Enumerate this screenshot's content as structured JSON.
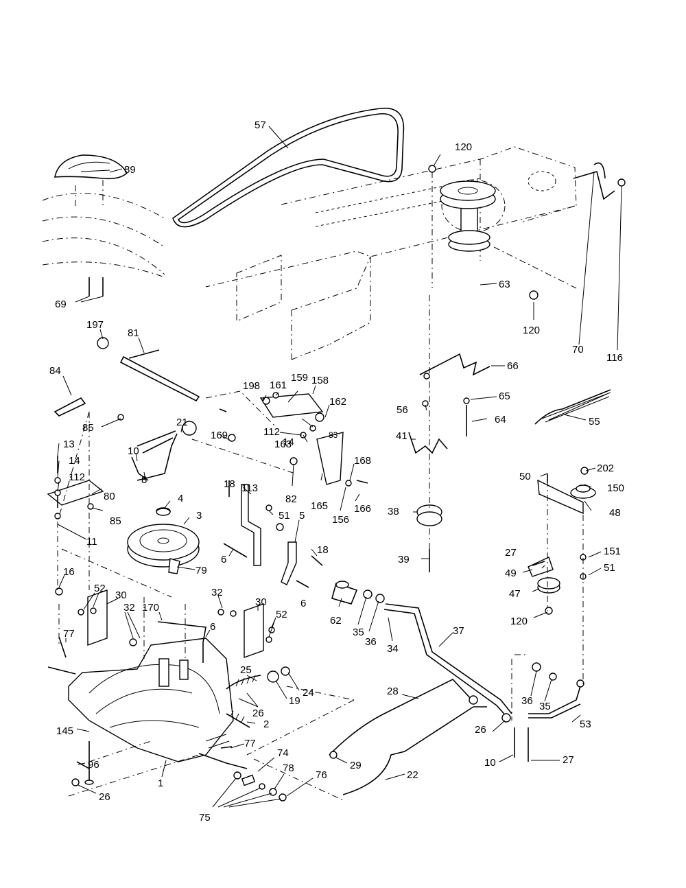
{
  "callouts": [
    {
      "id": "57",
      "text": "57"
    },
    {
      "id": "120a",
      "text": "120"
    },
    {
      "id": "89",
      "text": "89"
    },
    {
      "id": "69",
      "text": "69"
    },
    {
      "id": "63",
      "text": "63"
    },
    {
      "id": "120b",
      "text": "120"
    },
    {
      "id": "70",
      "text": "70"
    },
    {
      "id": "116",
      "text": "116"
    },
    {
      "id": "197",
      "text": "197"
    },
    {
      "id": "81",
      "text": "81"
    },
    {
      "id": "66",
      "text": "66"
    },
    {
      "id": "84",
      "text": "84"
    },
    {
      "id": "198",
      "text": "198"
    },
    {
      "id": "161",
      "text": "161"
    },
    {
      "id": "159",
      "text": "159"
    },
    {
      "id": "158",
      "text": "158"
    },
    {
      "id": "56",
      "text": "56"
    },
    {
      "id": "65",
      "text": "65"
    },
    {
      "id": "85a",
      "text": "85"
    },
    {
      "id": "21",
      "text": "21"
    },
    {
      "id": "169",
      "text": "169"
    },
    {
      "id": "162",
      "text": "162"
    },
    {
      "id": "112a",
      "text": "112"
    },
    {
      "id": "14a",
      "text": "14"
    },
    {
      "id": "64",
      "text": "64"
    },
    {
      "id": "55",
      "text": "55"
    },
    {
      "id": "83",
      "text": "83"
    },
    {
      "id": "41",
      "text": "41"
    },
    {
      "id": "163",
      "text": "163"
    },
    {
      "id": "13",
      "text": "13"
    },
    {
      "id": "10a",
      "text": "10"
    },
    {
      "id": "168",
      "text": "168"
    },
    {
      "id": "14b",
      "text": "14"
    },
    {
      "id": "8",
      "text": "8"
    },
    {
      "id": "112b",
      "text": "112"
    },
    {
      "id": "80",
      "text": "80"
    },
    {
      "id": "18a",
      "text": "18"
    },
    {
      "id": "113",
      "text": "113"
    },
    {
      "id": "82",
      "text": "82"
    },
    {
      "id": "4",
      "text": "4"
    },
    {
      "id": "165",
      "text": "165"
    },
    {
      "id": "166",
      "text": "166"
    },
    {
      "id": "156",
      "text": "156"
    },
    {
      "id": "50",
      "text": "50"
    },
    {
      "id": "202",
      "text": "202"
    },
    {
      "id": "150",
      "text": "150"
    },
    {
      "id": "85b",
      "text": "85"
    },
    {
      "id": "51a",
      "text": "51"
    },
    {
      "id": "48",
      "text": "48"
    },
    {
      "id": "38",
      "text": "38"
    },
    {
      "id": "3",
      "text": "3"
    },
    {
      "id": "5",
      "text": "5"
    },
    {
      "id": "11",
      "text": "11"
    },
    {
      "id": "18b",
      "text": "18"
    },
    {
      "id": "6a",
      "text": "6"
    },
    {
      "id": "27a",
      "text": "27"
    },
    {
      "id": "151",
      "text": "151"
    },
    {
      "id": "39",
      "text": "39"
    },
    {
      "id": "51b",
      "text": "51"
    },
    {
      "id": "79",
      "text": "79"
    },
    {
      "id": "16",
      "text": "16"
    },
    {
      "id": "49",
      "text": "49"
    },
    {
      "id": "52a",
      "text": "52"
    },
    {
      "id": "30a",
      "text": "30"
    },
    {
      "id": "6b",
      "text": "6"
    },
    {
      "id": "47",
      "text": "47"
    },
    {
      "id": "170",
      "text": "170"
    },
    {
      "id": "32a",
      "text": "32"
    },
    {
      "id": "32b",
      "text": "32"
    },
    {
      "id": "30b",
      "text": "30"
    },
    {
      "id": "62",
      "text": "62"
    },
    {
      "id": "52b",
      "text": "52"
    },
    {
      "id": "35a",
      "text": "35"
    },
    {
      "id": "36a",
      "text": "36"
    },
    {
      "id": "120c",
      "text": "120"
    },
    {
      "id": "77a",
      "text": "77"
    },
    {
      "id": "6c",
      "text": "6"
    },
    {
      "id": "34",
      "text": "34"
    },
    {
      "id": "37",
      "text": "37"
    },
    {
      "id": "25",
      "text": "25"
    },
    {
      "id": "24",
      "text": "24"
    },
    {
      "id": "19",
      "text": "19"
    },
    {
      "id": "28",
      "text": "28"
    },
    {
      "id": "26a",
      "text": "26"
    },
    {
      "id": "36b",
      "text": "36"
    },
    {
      "id": "35b",
      "text": "35"
    },
    {
      "id": "145",
      "text": "145"
    },
    {
      "id": "2",
      "text": "2"
    },
    {
      "id": "53",
      "text": "53"
    },
    {
      "id": "26b",
      "text": "26"
    },
    {
      "id": "77b",
      "text": "77"
    },
    {
      "id": "74",
      "text": "74"
    },
    {
      "id": "10b",
      "text": "10"
    },
    {
      "id": "27b",
      "text": "27"
    },
    {
      "id": "96",
      "text": "96"
    },
    {
      "id": "29",
      "text": "29"
    },
    {
      "id": "22",
      "text": "22"
    },
    {
      "id": "1",
      "text": "1"
    },
    {
      "id": "78",
      "text": "78"
    },
    {
      "id": "76",
      "text": "76"
    },
    {
      "id": "26c",
      "text": "26"
    },
    {
      "id": "75",
      "text": "75"
    }
  ]
}
